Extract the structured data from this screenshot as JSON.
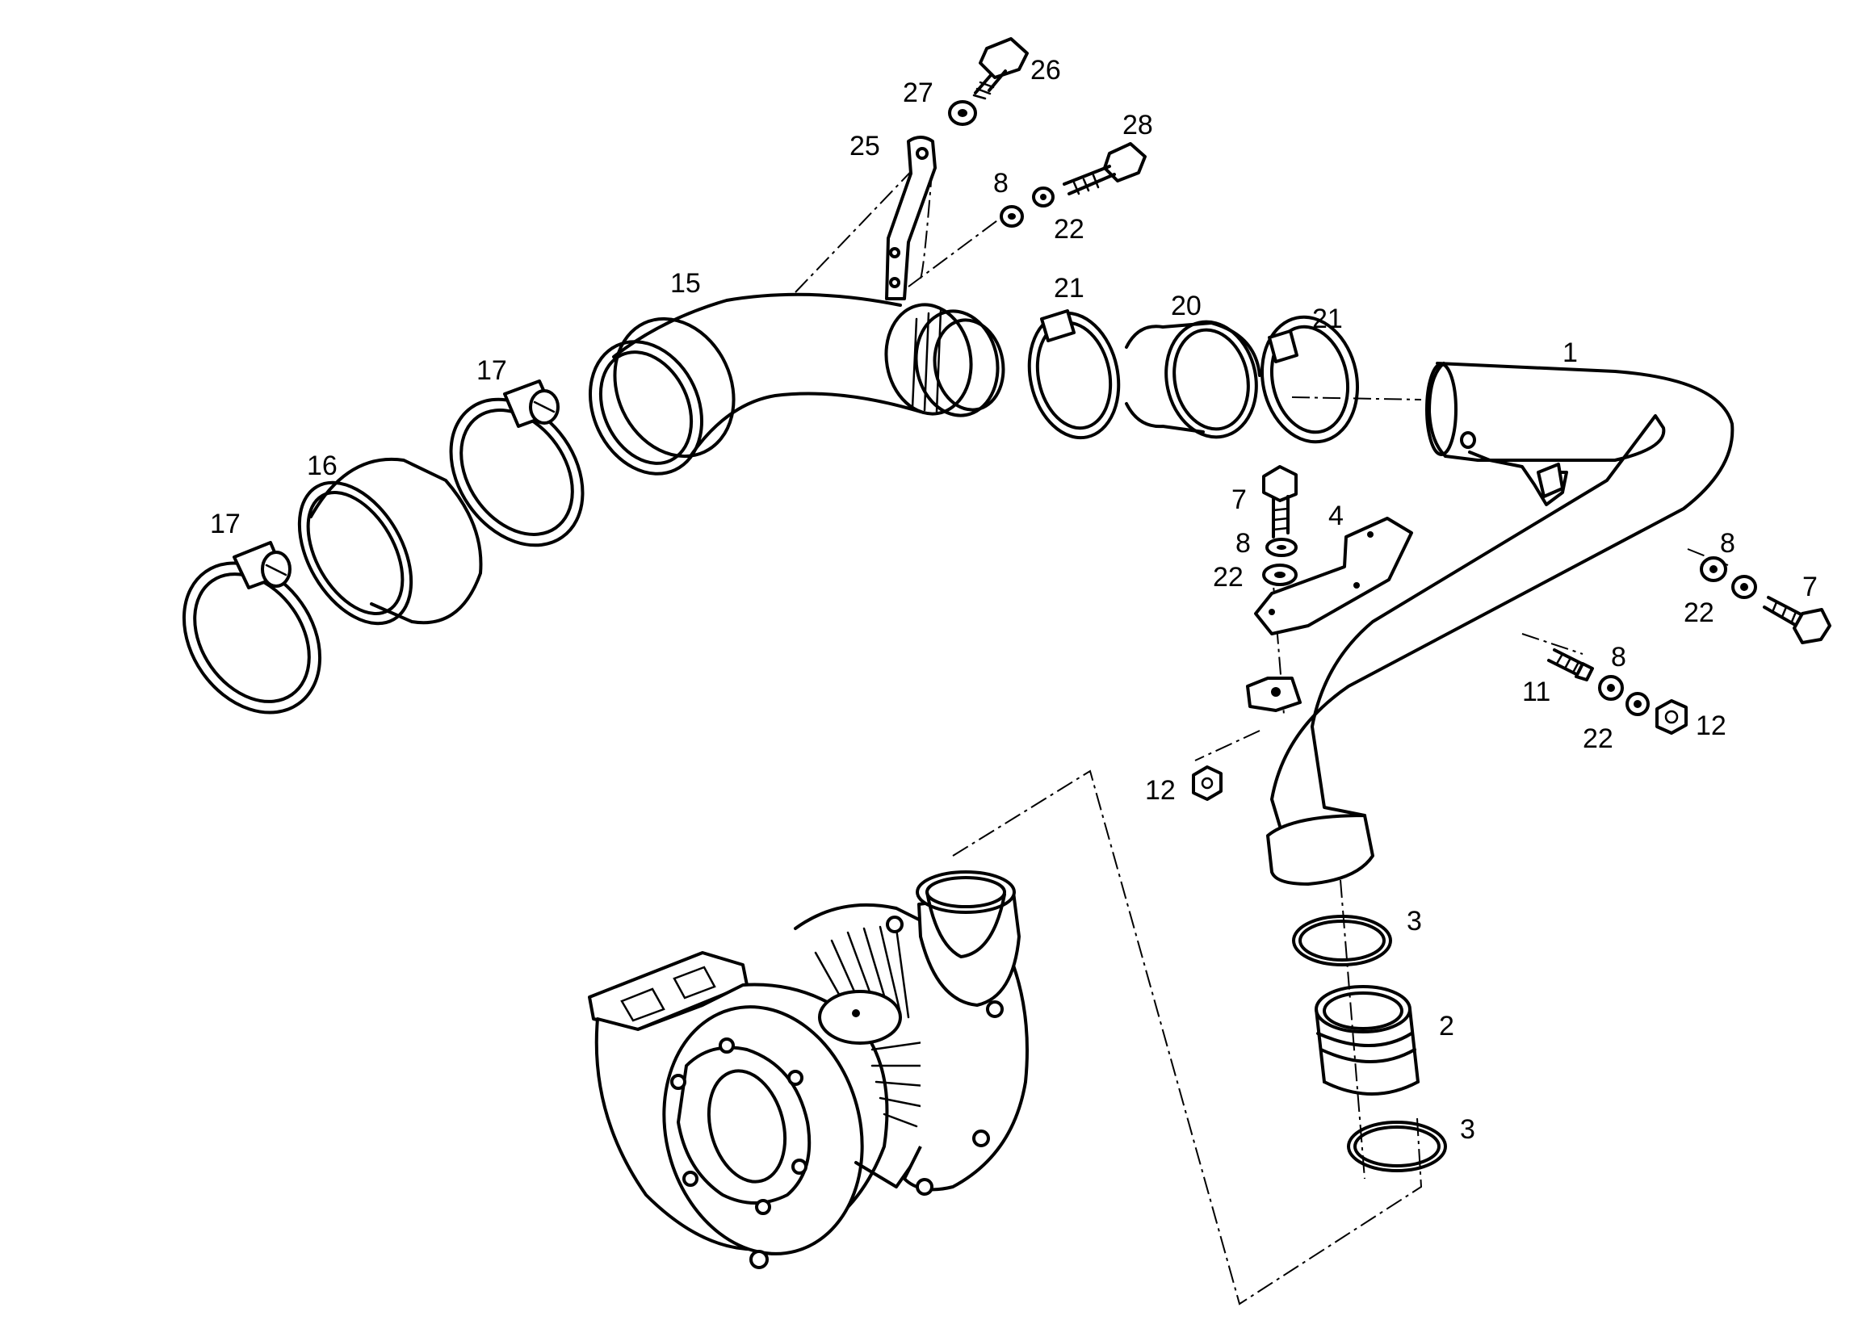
{
  "callouts": {
    "c1": "1",
    "c2": "2",
    "c3a": "3",
    "c3b": "3",
    "c4": "4",
    "c7a": "7",
    "c7b": "7",
    "c8a": "8",
    "c8b": "8",
    "c8c": "8",
    "c8d": "8",
    "c11": "11",
    "c12a": "12",
    "c12b": "12",
    "c15": "15",
    "c16": "16",
    "c17a": "17",
    "c17b": "17",
    "c20": "20",
    "c21a": "21",
    "c21b": "21",
    "c22a": "22",
    "c22b": "22",
    "c22c": "22",
    "c22d": "22",
    "c25": "25",
    "c26": "26",
    "c27": "27",
    "c28": "28"
  }
}
